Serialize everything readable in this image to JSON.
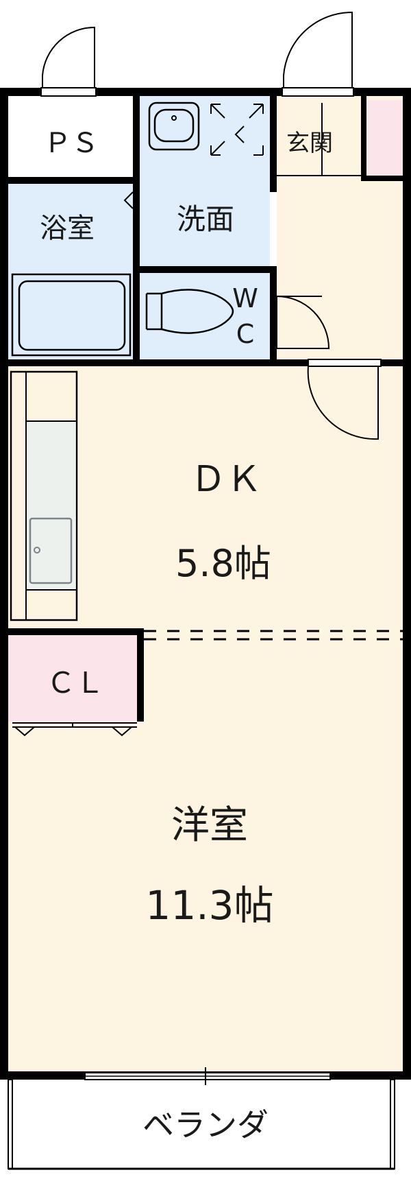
{
  "rooms": {
    "ps": "ＰＳ",
    "bath": "浴室",
    "washroom": "洗面",
    "entrance": "玄関",
    "wc_w": "W",
    "wc_c": "C",
    "dk_name": "ＤＫ",
    "dk_size": "5.8帖",
    "closet": "ＣＬ",
    "western_name": "洋室",
    "western_size": "11.3帖",
    "veranda": "ベランダ"
  },
  "colors": {
    "wall": "#000000",
    "wet_area": "#dfeefa",
    "living": "#fdf4e1",
    "closet_shoe": "#fbe4ea",
    "white": "#ffffff"
  }
}
